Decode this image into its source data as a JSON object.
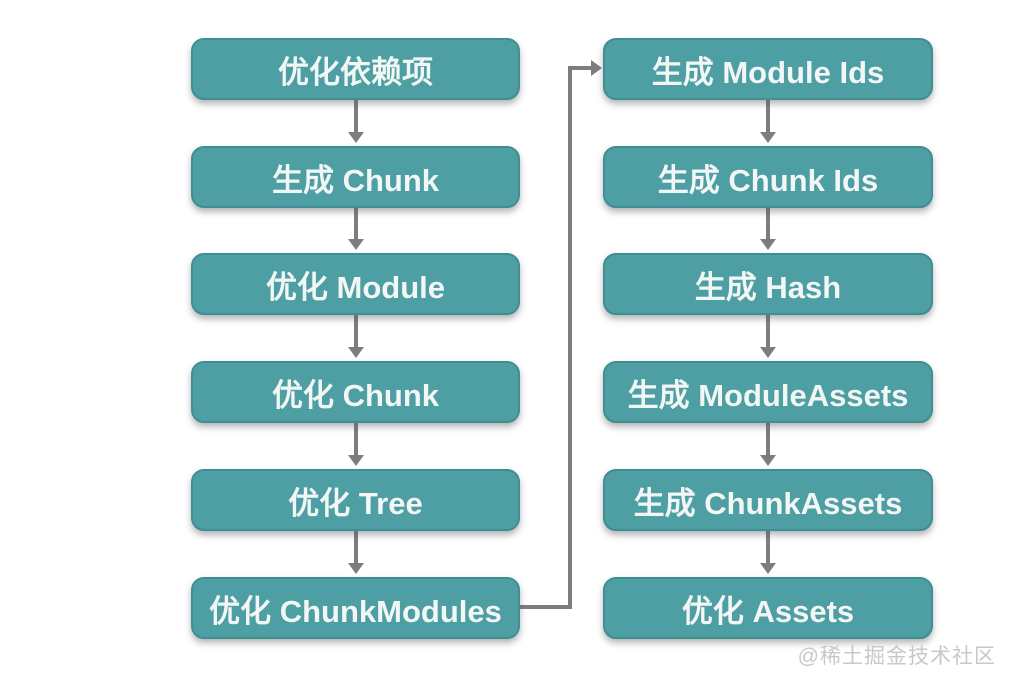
{
  "diagram": {
    "title_hint": "webpack seal/emit phase flowchart",
    "colors": {
      "node-fill": "#4d9fa3",
      "node-border": "#3e8e93",
      "node-text": "#f2f7f6",
      "connector": "#7d7d7d",
      "watermark": "#c8c8c8",
      "page-bg": "#ffffff"
    },
    "left_column": [
      {
        "label": "优化依赖项"
      },
      {
        "label": "生成 Chunk"
      },
      {
        "label": "优化 Module"
      },
      {
        "label": "优化 Chunk"
      },
      {
        "label": "优化 Tree"
      },
      {
        "label": "优化 ChunkModules"
      }
    ],
    "right_column": [
      {
        "label": "生成 Module Ids"
      },
      {
        "label": "生成 Chunk Ids"
      },
      {
        "label": "生成 Hash"
      },
      {
        "label": "生成 ModuleAssets"
      },
      {
        "label": "生成 ChunkAssets"
      },
      {
        "label": "优化 Assets"
      }
    ],
    "watermark": "@稀土掘金技术社区"
  }
}
